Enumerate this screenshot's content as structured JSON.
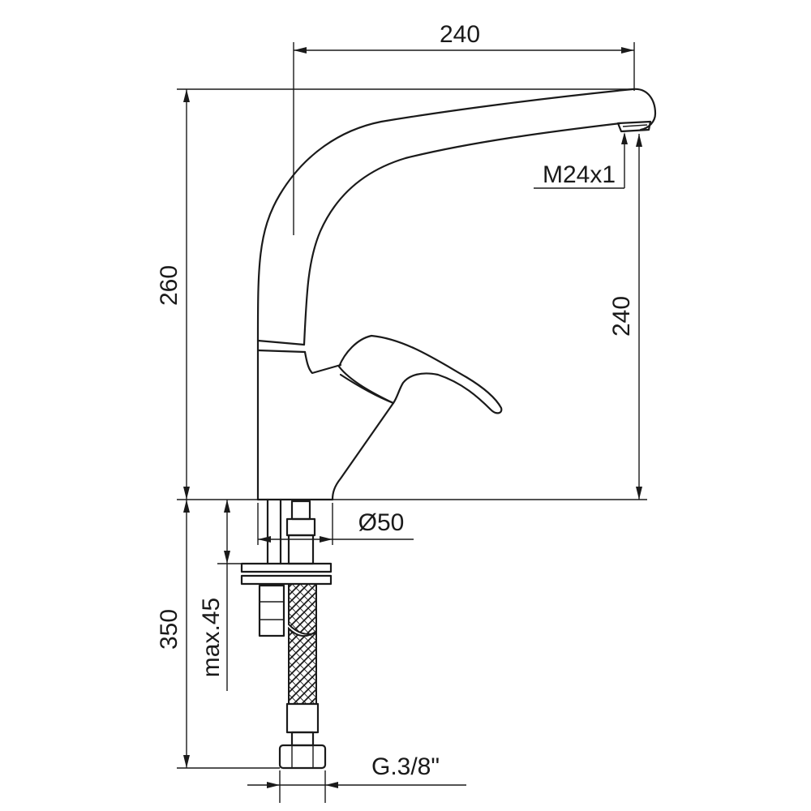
{
  "dimensions": {
    "spout_reach": "240",
    "total_height": "260",
    "spout_height": "240",
    "aerator_thread": "M24x1",
    "base_diameter": "Ø50",
    "hose_length": "350",
    "max_thickness": "max.45",
    "hose_thread": "G.3/8\""
  }
}
